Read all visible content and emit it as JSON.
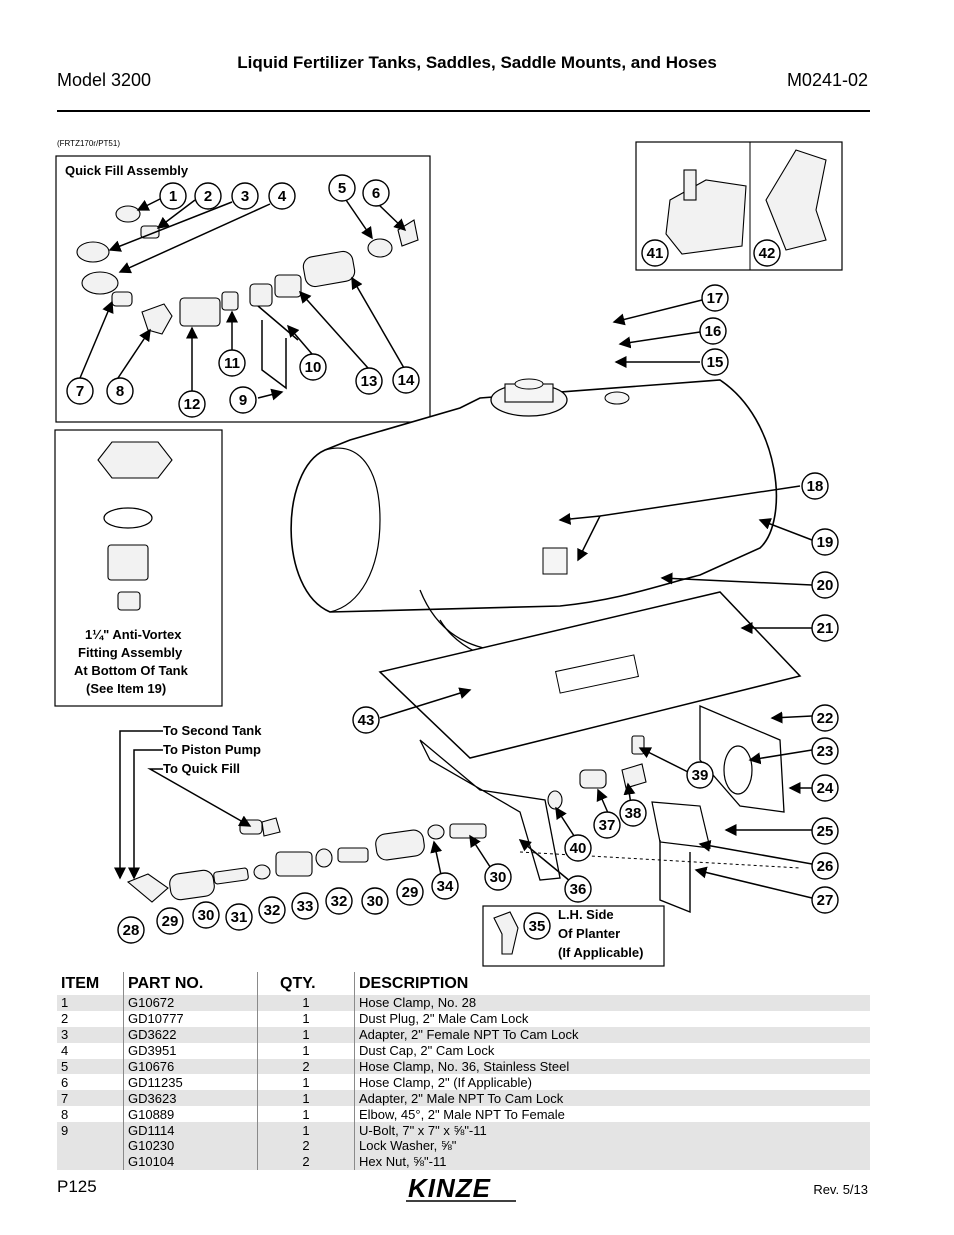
{
  "header": {
    "model": "Model 3200",
    "title": "Liquid Fertilizer Tanks, Saddles, Saddle Mounts, and Hoses",
    "doc_number": "M0241-02"
  },
  "figure": {
    "code": "(FRTZ170r/PT51)",
    "quick_fill_title": "Quick Fill Assembly",
    "anti_vortex": {
      "line1": "1¼\" Anti-Vortex",
      "line2": "Fitting Assembly",
      "line3": "At Bottom Of Tank",
      "line4": "(See Item 19)"
    },
    "hose_labels": {
      "second_tank": "To Second Tank",
      "piston_pump": "To Piston Pump",
      "quick_fill": "To Quick Fill"
    },
    "lh_side": {
      "line1": "L.H. Side",
      "line2": "Of Planter",
      "line3": "(If Applicable)"
    },
    "callouts": {
      "c1": "1",
      "c2": "2",
      "c3": "3",
      "c4": "4",
      "c5": "5",
      "c6": "6",
      "c7": "7",
      "c8": "8",
      "c9": "9",
      "c10": "10",
      "c11": "11",
      "c12": "12",
      "c13": "13",
      "c14": "14",
      "c15": "15",
      "c16": "16",
      "c17": "17",
      "c18": "18",
      "c19": "19",
      "c20": "20",
      "c21": "21",
      "c22": "22",
      "c23": "23",
      "c24": "24",
      "c25": "25",
      "c26": "26",
      "c27": "27",
      "c28": "28",
      "c29": "29",
      "c30": "30",
      "c31": "31",
      "c32": "32",
      "c33": "33",
      "c34": "34",
      "c35": "35",
      "c36": "36",
      "c37": "37",
      "c38": "38",
      "c39": "39",
      "c40": "40",
      "c41": "41",
      "c42": "42",
      "c43": "43"
    }
  },
  "table": {
    "headers": {
      "item": "ITEM",
      "part": "PART NO.",
      "qty": "QTY.",
      "desc": "DESCRIPTION"
    },
    "rows": [
      {
        "item": "1",
        "part": "G10672",
        "qty": "1",
        "desc": "Hose Clamp, No. 28"
      },
      {
        "item": "2",
        "part": "GD10777",
        "qty": "1",
        "desc": "Dust Plug, 2\" Male Cam Lock"
      },
      {
        "item": "3",
        "part": "GD3622",
        "qty": "1",
        "desc": "Adapter, 2\" Female NPT To Cam Lock"
      },
      {
        "item": "4",
        "part": "GD3951",
        "qty": "1",
        "desc": "Dust Cap, 2\" Cam Lock"
      },
      {
        "item": "5",
        "part": "G10676",
        "qty": "2",
        "desc": "Hose Clamp, No. 36, Stainless Steel"
      },
      {
        "item": "6",
        "part": "GD11235",
        "qty": "1",
        "desc": "Hose Clamp, 2\" (If Applicable)"
      },
      {
        "item": "7",
        "part": "GD3623",
        "qty": "1",
        "desc": "Adapter, 2\" Male NPT To Cam Lock"
      },
      {
        "item": "8",
        "part": "G10889",
        "qty": "1",
        "desc": "Elbow, 45°, 2\" Male NPT To Female"
      },
      {
        "item": "9",
        "part": "GD1114",
        "qty": "1",
        "desc": "U-Bolt, 7\" x 7\" x ⅝\"-11"
      },
      {
        "item": "",
        "part": "G10230",
        "qty": "2",
        "desc": "Lock Washer, ⅝\""
      },
      {
        "item": "",
        "part": "G10104",
        "qty": "2",
        "desc": "Hex Nut, ⅝\"-11"
      }
    ]
  },
  "footer": {
    "page": "P125",
    "logo_text": "KINZE",
    "revision": "Rev. 5/13"
  }
}
